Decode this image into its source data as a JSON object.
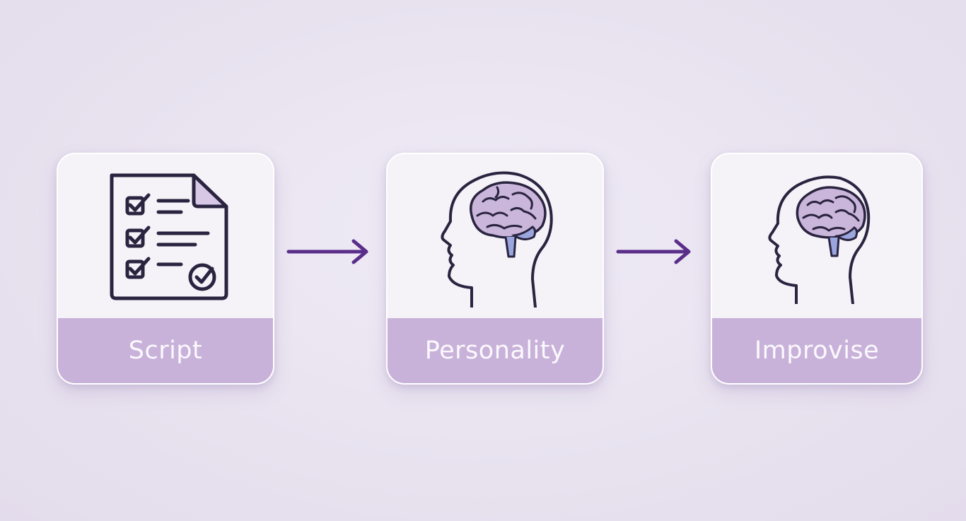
{
  "steps": [
    {
      "label": "Script",
      "icon": "checklist-document-icon"
    },
    {
      "label": "Personality",
      "icon": "head-brain-icon"
    },
    {
      "label": "Improvise",
      "icon": "head-brain-icon"
    }
  ],
  "colors": {
    "background": "#e8e2ef",
    "card": "#f5f3f8",
    "label_bar": "#c9b2da",
    "arrow": "#5a2d8a",
    "outline": "#2b2440",
    "brain_fill": "#c9b6da",
    "brainstem_fill": "#9aa6dd"
  }
}
